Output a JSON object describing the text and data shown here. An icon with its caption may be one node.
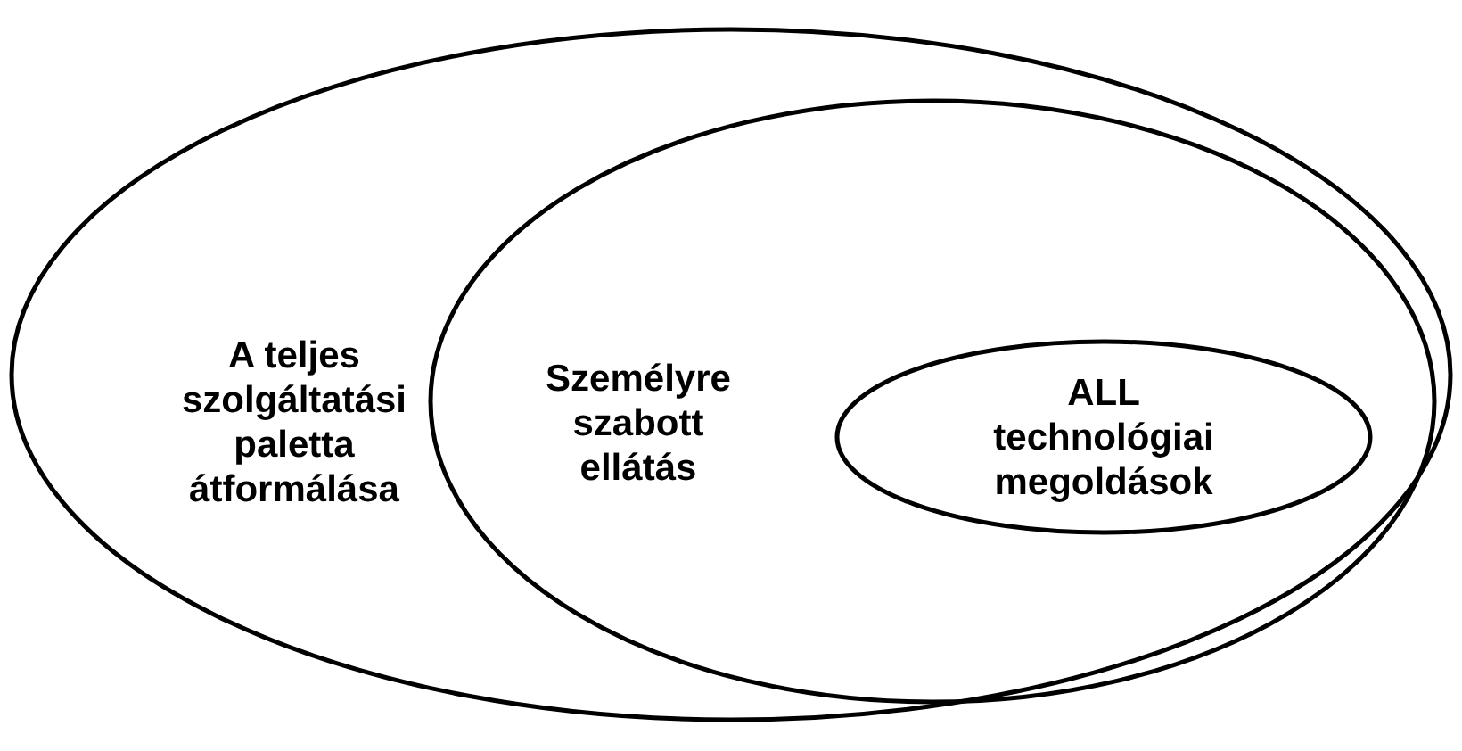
{
  "diagram": {
    "nodes": [
      {
        "text": [
          "A teljes szolgáltatási paletta átformálása"
        ]
      },
      {
        "text": [
          "Személyre szabott ellátás"
        ],
        "in": 0
      },
      {
        "text": [
          "ALL technológiai megoldások"
        ],
        "in": 1
      }
    ]
  }
}
